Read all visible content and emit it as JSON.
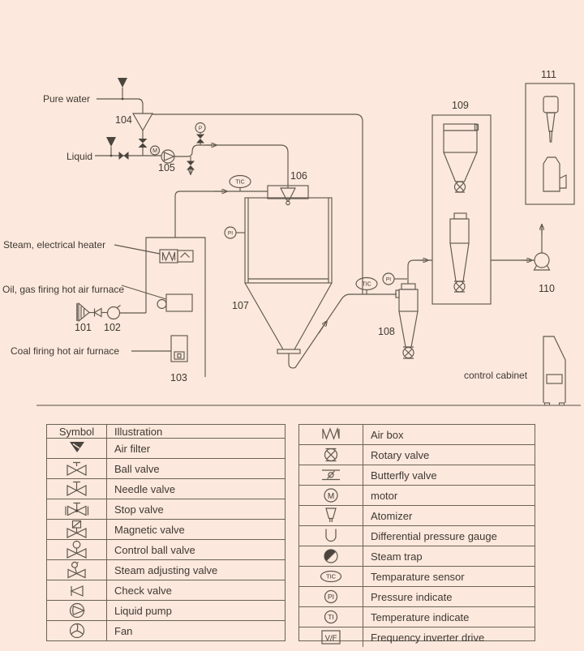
{
  "colors": {
    "background": "#fce8dc",
    "line": "#5f584e",
    "text": "#3e3933"
  },
  "diagram": {
    "labels": {
      "pure_water": "Pure water",
      "liquid": "Liquid",
      "steam_electrical_heater": "Steam, electrical heater",
      "oil_gas_furnace": "Oil, gas firing hot air furnace",
      "coal_furnace": "Coal firing hot air furnace",
      "control_cabinet": "control cabinet",
      "num_101": "101",
      "num_102": "102",
      "num_103": "103",
      "num_104": "104",
      "num_105": "105",
      "num_106": "106",
      "num_107": "107",
      "num_108": "108",
      "num_109": "109",
      "num_110": "110",
      "num_111": "111"
    },
    "instruments": {
      "pressure_gauge": "P",
      "motor": "M",
      "temp_sensor": "TIC",
      "pressure_indicator": "PI"
    }
  },
  "legend": {
    "left": {
      "headers": [
        "Symbol",
        "Illustration"
      ],
      "rows": [
        {
          "symbol": "air-filter",
          "label": "Air filter"
        },
        {
          "symbol": "ball-valve",
          "label": "Ball valve"
        },
        {
          "symbol": "needle-valve",
          "label": "Needle valve"
        },
        {
          "symbol": "stop-valve",
          "label": "Stop valve"
        },
        {
          "symbol": "magnetic-valve",
          "label": "Magnetic valve"
        },
        {
          "symbol": "control-ball-valve",
          "label": "Control ball valve"
        },
        {
          "symbol": "steam-adjusting-valve",
          "label": "Steam adjusting valve"
        },
        {
          "symbol": "check-valve",
          "label": "Check valve"
        },
        {
          "symbol": "liquid-pump",
          "label": "Liquid pump"
        },
        {
          "symbol": "fan",
          "label": "Fan"
        }
      ]
    },
    "right": {
      "rows": [
        {
          "symbol": "air-box",
          "label": "Air box"
        },
        {
          "symbol": "rotary-valve",
          "label": "Rotary valve"
        },
        {
          "symbol": "butterfly-valve",
          "label": "Butterfly valve"
        },
        {
          "symbol": "motor",
          "label": "motor"
        },
        {
          "symbol": "atomizer",
          "label": "Atomizer"
        },
        {
          "symbol": "differential-pressure-gauge",
          "label": "Differential pressure gauge"
        },
        {
          "symbol": "steam-trap",
          "label": "Steam trap"
        },
        {
          "symbol": "temperature-sensor",
          "label": "Temparature sensor"
        },
        {
          "symbol": "pressure-indicate",
          "label": "Pressure indicate"
        },
        {
          "symbol": "temperature-indicate",
          "label": "Temperature indicate"
        },
        {
          "symbol": "frequency-inverter-drive",
          "label": "Frequency inverter drive"
        }
      ]
    },
    "icon_text": {
      "motor": "M",
      "temp_sensor": "TIC",
      "pressure_indicate": "PI",
      "temperature_indicate": "TI",
      "freq_drive": "V/F"
    }
  }
}
